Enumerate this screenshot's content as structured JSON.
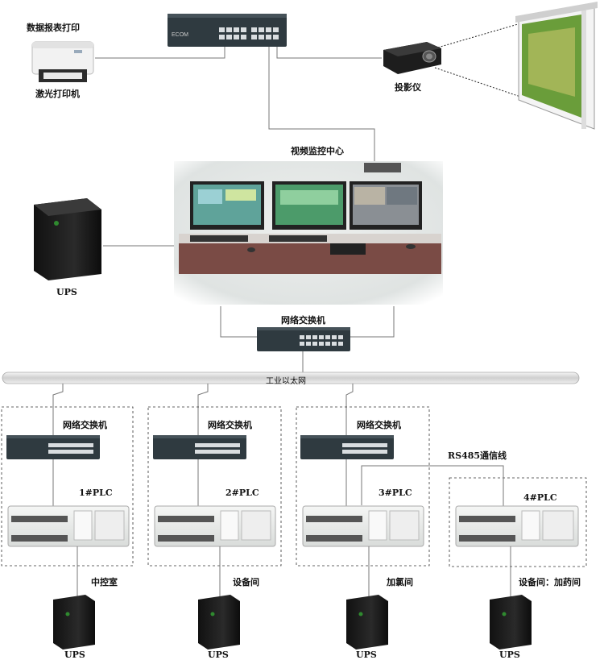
{
  "labels": {
    "print_label": "数据报表打印",
    "printer_label": "激光打印机",
    "projector_label": "投影仪",
    "monitor_center_label": "视频监控中心",
    "ups_top_label": "UPS",
    "core_switch_label": "网络交换机",
    "ethernet_label": "工业以太网",
    "rs485_label": "RS485通信线"
  },
  "stations": [
    {
      "switch_label": "网络交换机",
      "plc_label": "1#PLC",
      "room_label": "中控室",
      "ups_label": "UPS"
    },
    {
      "switch_label": "网络交换机",
      "plc_label": "2#PLC",
      "room_label": "设备间",
      "ups_label": "UPS"
    },
    {
      "switch_label": "网络交换机",
      "plc_label": "3#PLC",
      "room_label": "加氯间",
      "ups_label": "UPS"
    },
    {
      "switch_label": "",
      "plc_label": "4#PLC",
      "room_label": "设备间：加药间",
      "ups_label": "UPS"
    }
  ],
  "switch_brand": "ECOM",
  "colors": {
    "line": "#777777",
    "switch_body": "#2f3a40",
    "plc_body": "#e9ecea",
    "ups_body": "#1c1c1c",
    "screen_green": "#4c9b6a",
    "ethernet_bar": "#d8d8d8"
  }
}
